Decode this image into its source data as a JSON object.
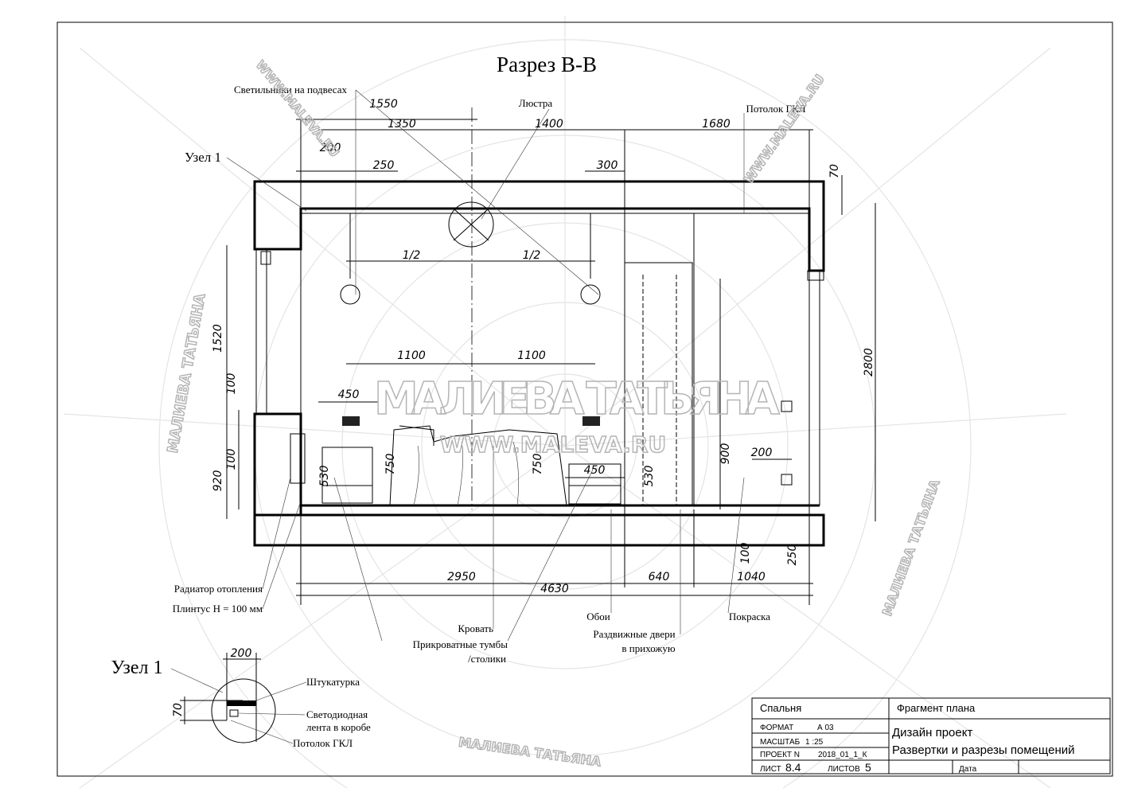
{
  "title": "Разрез В-В",
  "labels": {
    "pendant_lamps": "Светильники на подвесах",
    "chandelier": "Люстра",
    "ceiling_gkl": "Потолок ГКЛ",
    "node_ref": "Узел 1",
    "radiator": "Радиатор отопления",
    "baseboard": "Плинтус Н = 100 мм",
    "bed": "Кровать",
    "nightstands_1": "Прикроватные тумбы",
    "nightstands_2": "/столики",
    "wallpaper": "Обои",
    "sliding_doors_1": "Раздвижные двери",
    "sliding_doors_2": "в прихожую",
    "paint": "Покраска"
  },
  "dimensions": {
    "d1550": "1550",
    "d1350": "1350",
    "d1400": "1400",
    "d1680": "1680",
    "d200": "200",
    "d250": "250",
    "d300": "300",
    "d70": "70",
    "half_left": "1/2",
    "half_right": "1/2",
    "d1100_left": "1100",
    "d1100_right": "1100",
    "d450_left": "450",
    "d450_right": "450",
    "d530_left": "530",
    "d750_left": "750",
    "d750_right": "750",
    "d530_right": "530",
    "d1520": "1520",
    "d100_a": "100",
    "d920": "920",
    "d100_b": "100",
    "d2800": "2800",
    "d900": "900",
    "d200_socket": "200",
    "d100_floor": "100",
    "d250_floor": "250",
    "d2950": "2950",
    "d640": "640",
    "d1040": "1040",
    "d4630": "4630"
  },
  "node_detail": {
    "title": "Узел 1",
    "dim_width": "200",
    "dim_height": "70",
    "plaster": "Штукатурка",
    "led_1": "Светодиодная",
    "led_2": "лента в коробе",
    "ceiling": "Потолок ГКЛ"
  },
  "title_block": {
    "room": "Спальня",
    "sheet_type": "Фрагмент плана",
    "format_label": "ФОРМАТ",
    "format_value": "А 03",
    "scale_label": "МАСШТАБ",
    "scale_value": "1 :25",
    "project_label": "ПРОЕКТ N",
    "project_value": "2018_01_1_К",
    "sheet_label": "ЛИСТ",
    "sheet_value": "8.4",
    "sheets_label": "ЛИСТОВ",
    "sheets_value": "5",
    "project_title": "Дизайн проект",
    "project_subtitle": "Развертки и разрезы помещений",
    "date_label": "Дата"
  },
  "watermarks": {
    "name": "МАЛИЕВА ТАТЬЯНА",
    "site": "WWW.MALEVA.RU"
  }
}
